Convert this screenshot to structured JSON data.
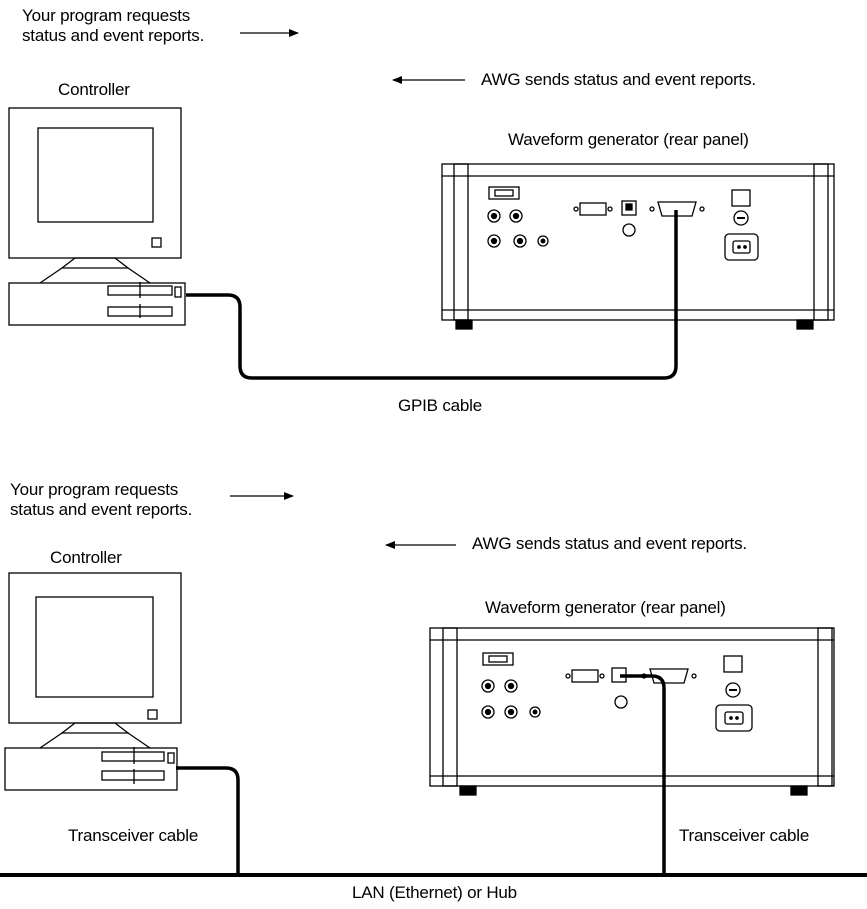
{
  "top": {
    "request_label": "Your program requests\nstatus and event reports.",
    "response_label": "AWG sends status and event reports.",
    "controller_label": "Controller",
    "generator_label": "Waveform generator (rear panel)",
    "cable_label": "GPIB cable"
  },
  "bottom": {
    "request_label": "Your program requests\nstatus and event reports.",
    "response_label": "AWG sends status and event reports.",
    "controller_label": "Controller",
    "generator_label": "Waveform generator (rear panel)",
    "pc_cable_label": "Transceiver cable",
    "awg_cable_label": "Transceiver cable",
    "network_label": "LAN (Ethernet) or Hub"
  },
  "icons": [
    "computer-icon",
    "waveform-generator-icon",
    "arrow-right-icon",
    "arrow-left-icon"
  ]
}
